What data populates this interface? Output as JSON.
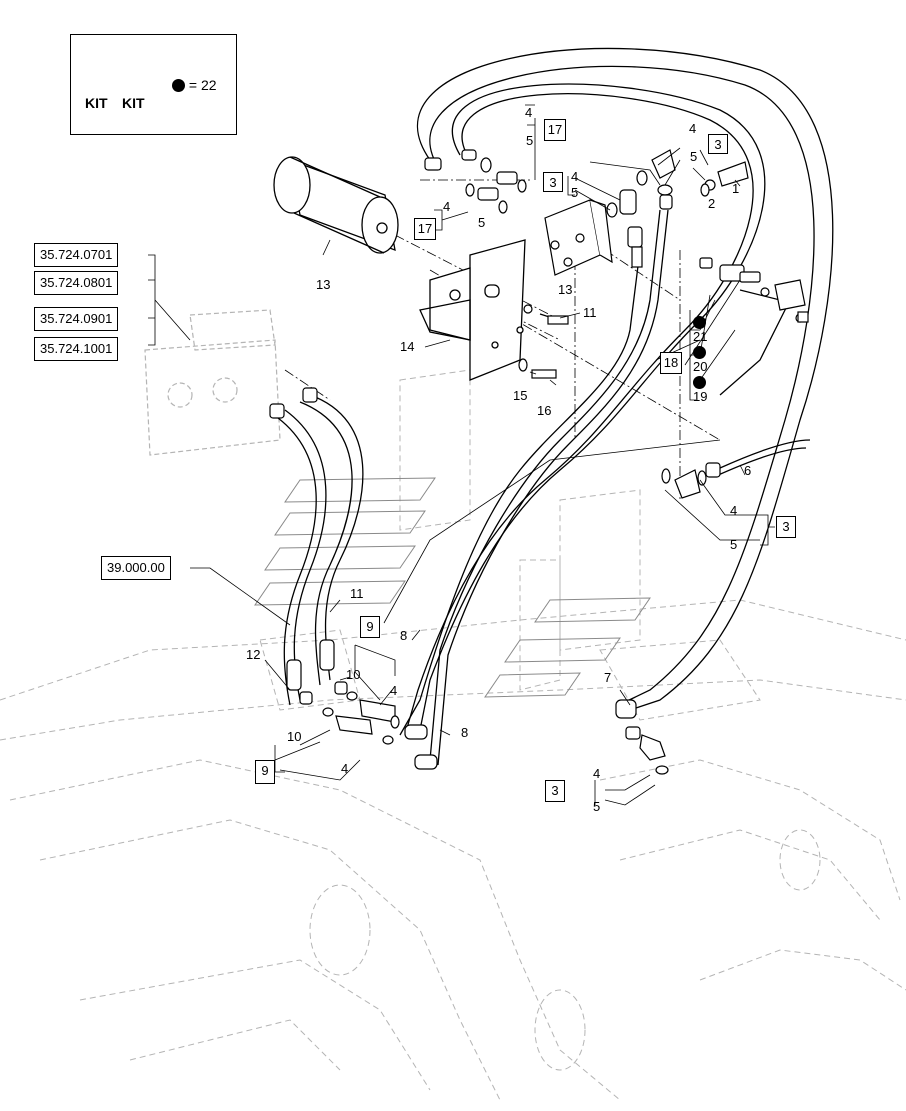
{
  "kit": {
    "badge_left": "KIT",
    "badge_right": "KIT",
    "legend_value": "= 22",
    "icon": "kit-box-icon"
  },
  "references": [
    "35.724.0701",
    "35.724.0801",
    "35.724.0901",
    "35.724.1001",
    "39.000.00"
  ],
  "boxed_callouts": {
    "b17_top": "17",
    "b3_top_right": "3",
    "b3_mid": "3",
    "b17_mid": "17",
    "b18": "18",
    "b3_right": "3",
    "b9_center": "9",
    "b9_left": "9",
    "b3_bottom": "3"
  },
  "callouts": {
    "c1": "1",
    "c2": "2",
    "c4a": "4",
    "c5a": "5",
    "c4b": "4",
    "c5b": "5",
    "c4c": "4",
    "c5c": "5",
    "c4d": "4",
    "c5d": "5",
    "c13a": "13",
    "c13b": "13",
    "c14": "14",
    "c11a": "11",
    "c15": "15",
    "c16": "16",
    "c21": "21",
    "c20": "20",
    "c19": "19",
    "c6": "6",
    "c4e": "4",
    "c5e": "5",
    "c11b": "11",
    "c12": "12",
    "c8a": "8",
    "c10a": "10",
    "c4f": "4",
    "c8b": "8",
    "c10b": "10",
    "c4g": "4",
    "c7": "7",
    "c4h": "4",
    "c5h": "5"
  },
  "colors": {
    "line": "#000000",
    "ghost": "#b4b4b4"
  }
}
